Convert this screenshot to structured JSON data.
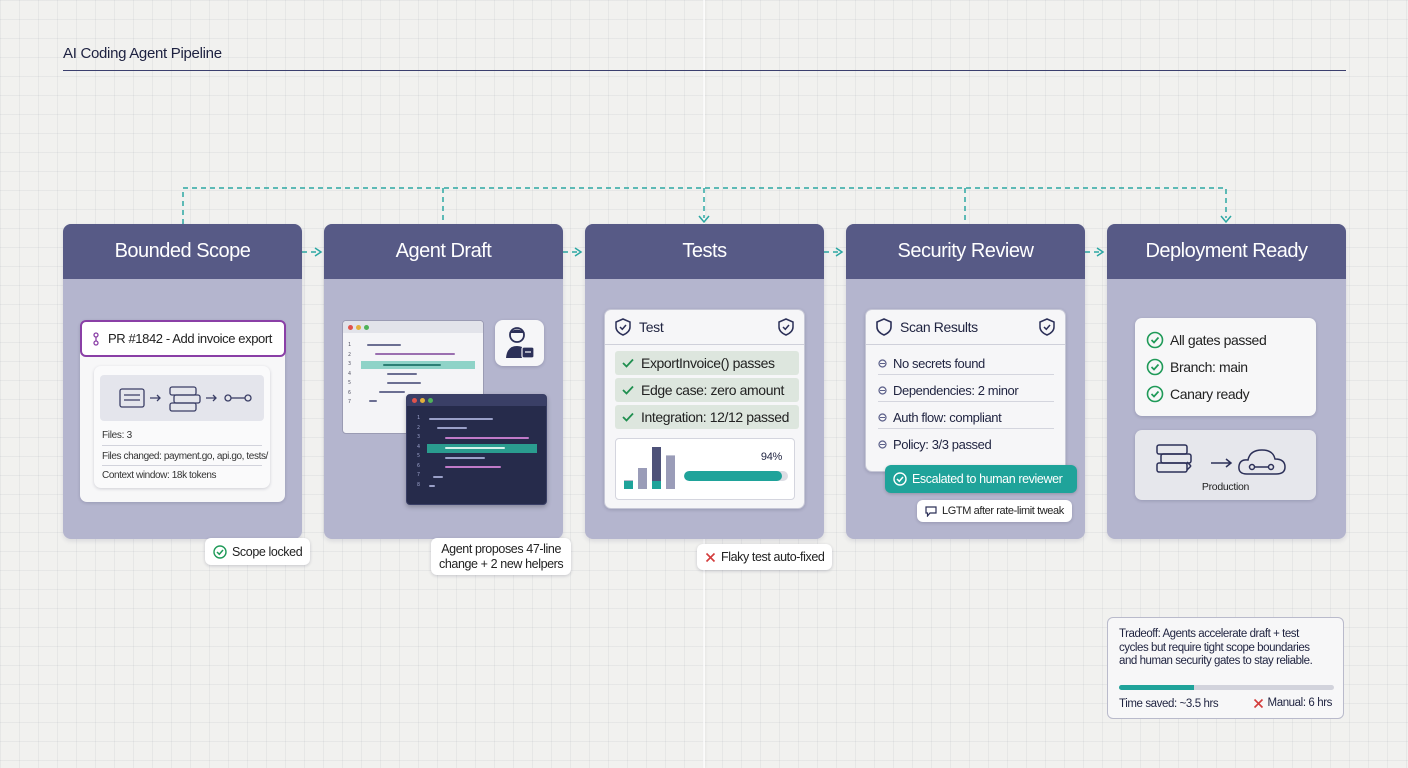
{
  "title": "AI Coding Agent Pipeline",
  "colors": {
    "header": "#575a86",
    "stage": "#b4b5ce",
    "accent": "#1fa39a",
    "dashed": "#2ca7a3",
    "fail": "#d33c3c"
  },
  "stages": [
    {
      "name": "Bounded Scope"
    },
    {
      "name": "Agent Draft"
    },
    {
      "name": "Tests"
    },
    {
      "name": "Security Review"
    },
    {
      "name": "Deployment Ready"
    }
  ],
  "scope": {
    "pr": "PR #1842 - Add invoice export",
    "files": "Files: 3",
    "files_changed": "Files changed: payment.go, api.go, tests/",
    "context": "Context window: 18k tokens",
    "badge": "Scope locked"
  },
  "draft": {
    "note_line1": "Agent proposes 47-line",
    "note_line2": "change + 2 new helpers"
  },
  "tests": {
    "title": "Test",
    "items": [
      "ExportInvoice() passes",
      "Edge case: zero amount",
      "Integration: 12/12 passed"
    ],
    "coverage_label": "94%",
    "coverage": 0.94,
    "bars": [
      0.2,
      0.5,
      1.0,
      0.8
    ],
    "badge": "Flaky test auto-fixed"
  },
  "security": {
    "title": "Scan Results",
    "items": [
      "No secrets found",
      "Dependencies: 2 minor",
      "Auth flow: compliant",
      "Policy: 3/3 passed"
    ],
    "escalation": "Escalated to human reviewer",
    "comment": "LGTM after rate-limit tweak"
  },
  "deploy": {
    "items": [
      "All gates passed",
      "Branch: main",
      "Canary ready"
    ],
    "target": "Production"
  },
  "tradeoff": {
    "text_line1": "Tradeoff: Agents accelerate draft + test",
    "text_line2": "cycles but require tight scope boundaries",
    "text_line3": "and human security gates to stay reliable.",
    "time_saved": "Time saved: ~3.5 hrs",
    "manual": "Manual: 6 hrs",
    "progress": 0.35
  }
}
